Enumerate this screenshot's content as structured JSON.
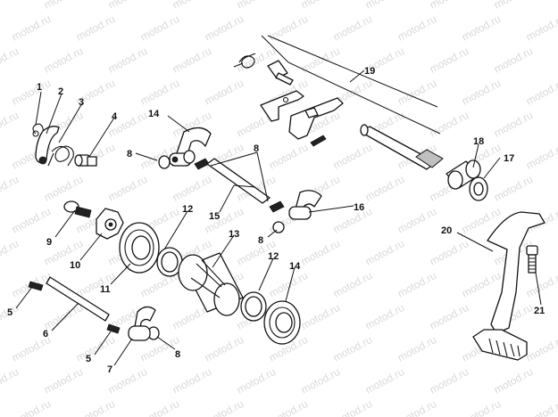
{
  "watermark": "motod.ru",
  "callouts": [
    {
      "id": "c1",
      "label": "1"
    },
    {
      "id": "c2",
      "label": "2"
    },
    {
      "id": "c3",
      "label": "3"
    },
    {
      "id": "c4",
      "label": "4"
    },
    {
      "id": "c5a",
      "label": "5"
    },
    {
      "id": "c5b",
      "label": "5"
    },
    {
      "id": "c6",
      "label": "6"
    },
    {
      "id": "c7",
      "label": "7"
    },
    {
      "id": "c8a",
      "label": "8"
    },
    {
      "id": "c8b",
      "label": "8"
    },
    {
      "id": "c8c",
      "label": "8"
    },
    {
      "id": "c8d",
      "label": "8"
    },
    {
      "id": "c9",
      "label": "9"
    },
    {
      "id": "c10",
      "label": "10"
    },
    {
      "id": "c11",
      "label": "11"
    },
    {
      "id": "c12a",
      "label": "12"
    },
    {
      "id": "c12b",
      "label": "12"
    },
    {
      "id": "c13",
      "label": "13"
    },
    {
      "id": "c14a",
      "label": "14"
    },
    {
      "id": "c14b",
      "label": "14"
    },
    {
      "id": "c15",
      "label": "15"
    },
    {
      "id": "c16",
      "label": "16"
    },
    {
      "id": "c17",
      "label": "17"
    },
    {
      "id": "c18",
      "label": "18"
    },
    {
      "id": "c19",
      "label": "19"
    },
    {
      "id": "c20",
      "label": "20"
    },
    {
      "id": "c21",
      "label": "21"
    }
  ]
}
